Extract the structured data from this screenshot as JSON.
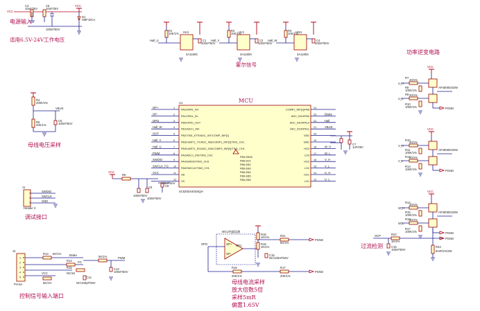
{
  "labels": {
    "power_input": "电源输入",
    "power_range": "适用6.5V-24V工作电压",
    "hall_signal": "霍尔信号",
    "full_bridge": "功率逆变电路",
    "mcu_title": "MCU",
    "bus_voltage": "母线电压采样",
    "debug_port": "调试接口",
    "control_input": "控制信号输入端口",
    "current_sample_1": "母线电流采样",
    "current_sample_2": "放大倍数5倍",
    "current_sample_3": "采样5mR",
    "current_sample_4": "偏置1.65V",
    "overcurrent": "过流检测"
  },
  "power": {
    "vcc": "VCC",
    "c1": "C3",
    "c1v": "10uF/25V",
    "c2": "C6",
    "c2v": "10uF/25V",
    "c3v": "100nF/50V",
    "d1": "D1",
    "d1v": "SMF10CA",
    "in_net": "VCC"
  },
  "hall": [
    {
      "r": "R1",
      "rv": "10K/1%",
      "u": "HU1",
      "c": "C1",
      "cv": "100nF/50V",
      "net": "Hall_U",
      "part": "3A1180S"
    },
    {
      "r": "R2",
      "rv": "10K/1%",
      "u": "HV1",
      "c": "C2",
      "cv": "100nF/50V",
      "net": "Hall_V",
      "part": "3A1180S"
    },
    {
      "r": "R3",
      "rv": "10K/1%",
      "u": "HW1",
      "c": "C4",
      "cv": "100nF/50V",
      "net": "Hall_W",
      "part": "3A1180S"
    }
  ],
  "mcu": {
    "ref": "U1",
    "part": "SC8Z03X40G6QH",
    "left_pins": [
      {
        "net": "OP+",
        "num": "1",
        "name": "PA0/OPA1_IN+"
      },
      {
        "net": "OP-",
        "num": "2",
        "name": "PA1/OPA1_IN-"
      },
      {
        "net": "OPO",
        "num": "3",
        "name": "PB0/OPA1_OUT"
      },
      {
        "net": "Hall_W",
        "num": "4",
        "name": "PB1/ADC1_IN0"
      },
      {
        "net": "OCP",
        "num": "5",
        "name": "PB2/TIM1_ETR/ADC_INT/COMP_INP[1]"
      },
      {
        "net": "Hall_V",
        "num": "6",
        "name": "PB3/UART1_TX/ADC_IN8/COMP1_INP[2]/TIM1_CH1"
      },
      {
        "net": "Hall_U",
        "num": "7",
        "name": "PB4/UART1_RX/ADC_IN9/COMP2_INP[2]/TIM1_CH1"
      },
      {
        "net": "PWM",
        "num": "8",
        "name": "PA3/ADC1_IN0/TIM2_CH2"
      },
      {
        "net": "SWDIO",
        "num": "9",
        "name": "PA4/SWDIO/TIM1_CH3"
      },
      {
        "net": "SWCLK_FG",
        "num": "10",
        "name": "PA5/SWCLK/TIM2_CH1"
      },
      {
        "net": "VCC",
        "num": "11",
        "name": "VB"
      },
      {
        "net": "",
        "num": "12",
        "name": "VS"
      }
    ],
    "right_pins": [
      {
        "net": "",
        "num": "24",
        "name": "COMP1_INP[1]/PA8"
      },
      {
        "net": "Brake",
        "num": "23",
        "name": "ADC_IN13/PA9"
      },
      {
        "net": "Hall",
        "num": "22",
        "name": "ADC_IN14/PA10"
      },
      {
        "net": "VBUS",
        "num": "21",
        "name": "ADC_IN15/PA11"
      },
      {
        "net": "",
        "num": "20",
        "name": "VDD"
      },
      {
        "net": "",
        "num": "19",
        "name": "GND"
      },
      {
        "net": "W_H",
        "num": "18",
        "name": "HO3"
      },
      {
        "net": "W_L",
        "num": "17",
        "name": "LO3"
      },
      {
        "net": "V_H",
        "num": "16",
        "name": "HO2"
      },
      {
        "net": "V_L",
        "num": "15",
        "name": "LO2"
      },
      {
        "net": "U_H",
        "num": "14",
        "name": "HO1"
      },
      {
        "net": "U_L",
        "num": "13",
        "name": "LO1"
      }
    ],
    "inner_pins": [
      "PB5-EB28",
      "PB6-ED1",
      "PB6-EB2",
      "PB6-EB3",
      "PB6-EB4",
      "PB6-EB5",
      "PB6-EB6"
    ],
    "c_near": "C7",
    "c_near_v": "1uF/25V"
  },
  "vbus": {
    "r1": "R4",
    "r1v": "200K/1%",
    "r2": "R5",
    "r2v": "20K/1%",
    "c": "C5",
    "cv": "100nF/50V",
    "net": "VBUS"
  },
  "vb_caps": {
    "r": "R6",
    "rv": "100",
    "c1": "C8",
    "c1v": "100nF/50V",
    "c2": "C9",
    "c2v": "100nF/50V"
  },
  "debug": {
    "ref": "J1",
    "pins": [
      "1",
      "2",
      "3"
    ],
    "nets": [
      "SWDIO",
      "SWCLK",
      "GND"
    ],
    "part": "Header 3"
  },
  "control": {
    "ref": "J2",
    "part": "PH-6A",
    "pins": [
      "1",
      "2",
      "3",
      "4",
      "5"
    ],
    "r1": "R13",
    "r1v": "5K/1%",
    "r2": "R14",
    "r2v": "5K/1%",
    "r3": "R15",
    "r3v": "NC/1K",
    "c1": "C13",
    "c1v": "100nF/50V",
    "c2": "C14",
    "c2v": "NC/100pF/50V",
    "nets": [
      "Brake",
      "FG",
      "PWM",
      "VCC"
    ]
  },
  "current": {
    "block": "MCU内部运放",
    "r1": "R16",
    "r1v": "20K/1%",
    "r2": "R17",
    "r2v": "20K/1%",
    "r3": "R18",
    "r3v": "1K/1%",
    "r4": "R19",
    "r4v": "1K/1%",
    "r5": "R21",
    "r5v": "5K/1%",
    "c": "C15",
    "cv": "NC/100nF/50V",
    "op": "OP1",
    "net_in": "OPO",
    "net_p": "OP+",
    "net_n": "OP-",
    "out": "PGND"
  },
  "overcurrent": {
    "r": "R22",
    "rv": "1K/1%",
    "c": "C16",
    "cv": "100nF/50V",
    "net": "OCP",
    "rs": "R23",
    "rsv": "5mR/1%/2W",
    "pgnd": "PGND"
  },
  "bridge": [
    {
      "r_a": "R7",
      "r_av": "20/1%",
      "r_b": "R8",
      "r_bv": "100K/1%",
      "r_c": "R9",
      "r_cv": "20/1%",
      "r_d": "R10",
      "r_dv": "100K/1%",
      "q": "AP4008GSDW",
      "hi": "U_H",
      "lo": "U_L",
      "vcc": "VCC",
      "pgnd": "PGND"
    },
    {
      "r_a": "R10",
      "r_av": "20/1%",
      "r_b": "R11",
      "r_bv": "100K/1%",
      "r_c": "R12",
      "r_cv": "20/1%",
      "r_d": "R13",
      "r_dv": "100K/1%",
      "q": "AP4008GSDW",
      "hi": "V_H",
      "lo": "V_L",
      "vcc": "VCC",
      "pgnd": "PGND"
    },
    {
      "r_a": "R14",
      "r_av": "20/1%",
      "r_b": "R15",
      "r_bv": "100K/1%",
      "r_c": "R16",
      "r_cv": "20/1%",
      "r_d": "R17",
      "r_dv": "100K/1%",
      "q": "AP4008GSDW",
      "hi": "W_H",
      "lo": "W_L",
      "vcc": "VCC",
      "pgnd": "PGND"
    }
  ]
}
